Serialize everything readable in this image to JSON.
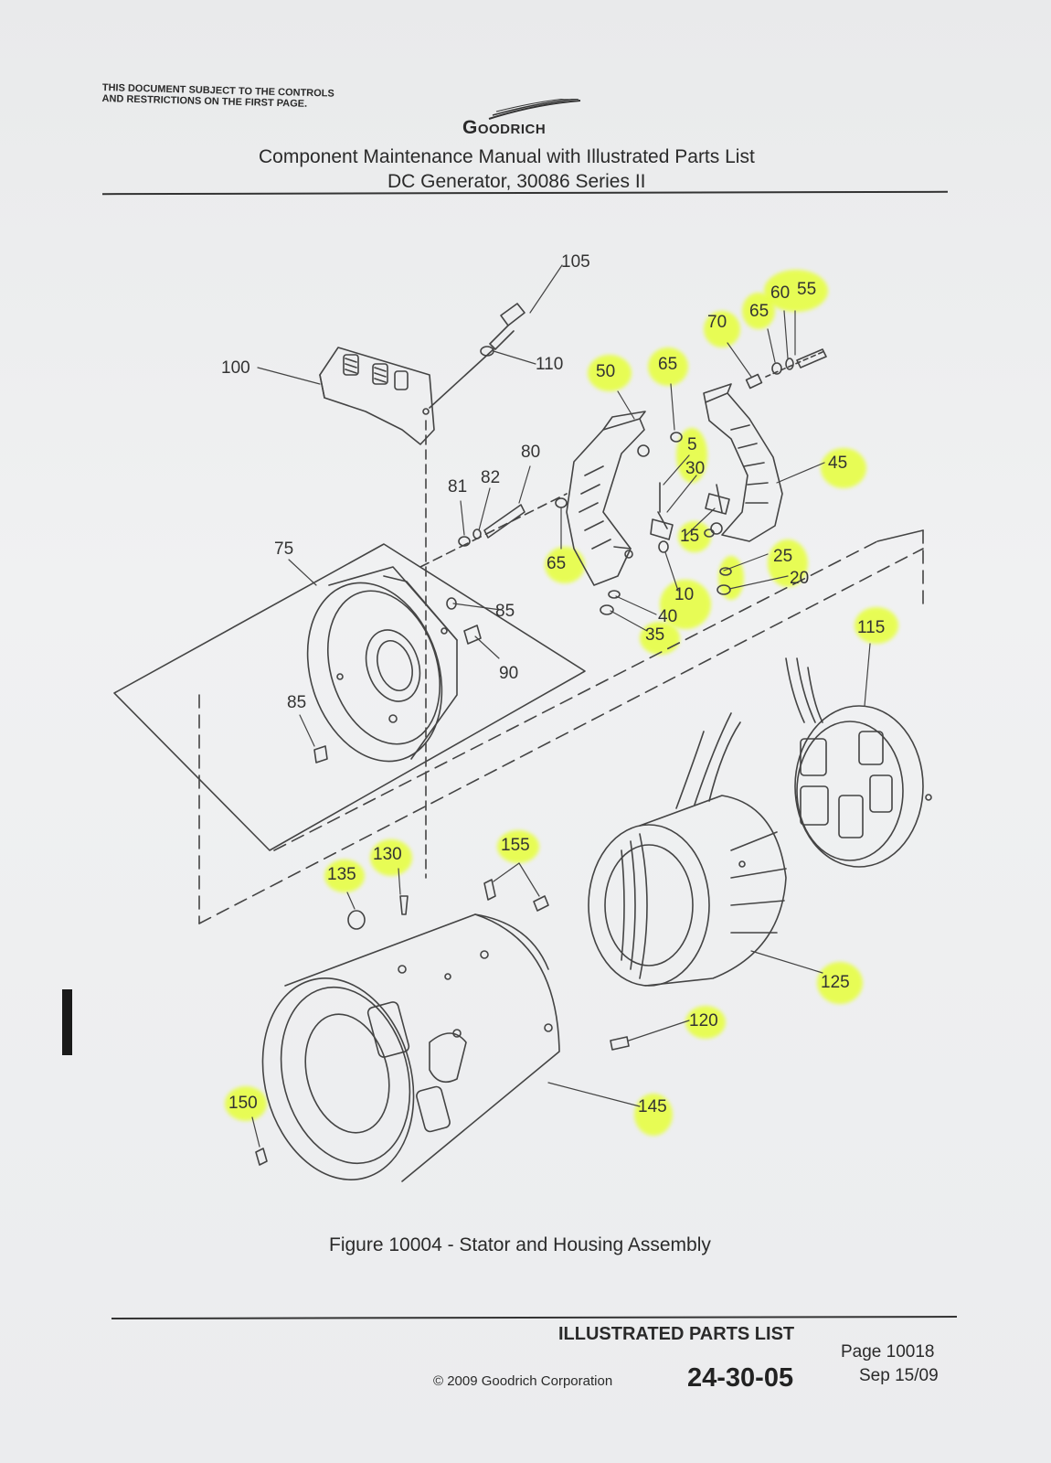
{
  "header": {
    "restriction_notice": "THIS DOCUMENT SUBJECT TO THE CONTROLS AND RESTRICTIONS ON THE FIRST PAGE.",
    "brand": "Goodrich",
    "title": "Component Maintenance Manual with Illustrated Parts List",
    "subtitle": "DC Generator, 30086 Series II"
  },
  "figure": {
    "caption": "Figure 10004 - Stator and Housing Assembly",
    "highlight_color": "#e6ff3a",
    "callouts": [
      {
        "label": "105"
      },
      {
        "label": "100"
      },
      {
        "label": "110"
      },
      {
        "label": "50",
        "highlight": true
      },
      {
        "label": "65",
        "highlight": true
      },
      {
        "label": "70",
        "highlight": true
      },
      {
        "label": "65",
        "highlight": true
      },
      {
        "label": "60",
        "highlight": true
      },
      {
        "label": "55",
        "highlight": true
      },
      {
        "label": "5",
        "highlight": true
      },
      {
        "label": "30",
        "highlight": true
      },
      {
        "label": "45",
        "highlight": true
      },
      {
        "label": "80"
      },
      {
        "label": "81"
      },
      {
        "label": "82"
      },
      {
        "label": "65",
        "highlight": true
      },
      {
        "label": "15",
        "highlight": true
      },
      {
        "label": "25",
        "highlight": true
      },
      {
        "label": "20",
        "highlight": true
      },
      {
        "label": "10",
        "highlight": true
      },
      {
        "label": "40",
        "highlight": true
      },
      {
        "label": "35",
        "highlight": true
      },
      {
        "label": "75"
      },
      {
        "label": "85"
      },
      {
        "label": "90"
      },
      {
        "label": "85"
      },
      {
        "label": "115",
        "highlight": true
      },
      {
        "label": "130",
        "highlight": true
      },
      {
        "label": "135",
        "highlight": true
      },
      {
        "label": "155",
        "highlight": true
      },
      {
        "label": "125",
        "highlight": true
      },
      {
        "label": "120",
        "highlight": true
      },
      {
        "label": "150",
        "highlight": true
      },
      {
        "label": "145",
        "highlight": true
      }
    ]
  },
  "footer": {
    "section_title": "ILLUSTRATED PARTS LIST",
    "copyright": "© 2009 Goodrich Corporation",
    "doc_number": "24-30-05",
    "page": "Page 10018",
    "date": "Sep 15/09"
  }
}
